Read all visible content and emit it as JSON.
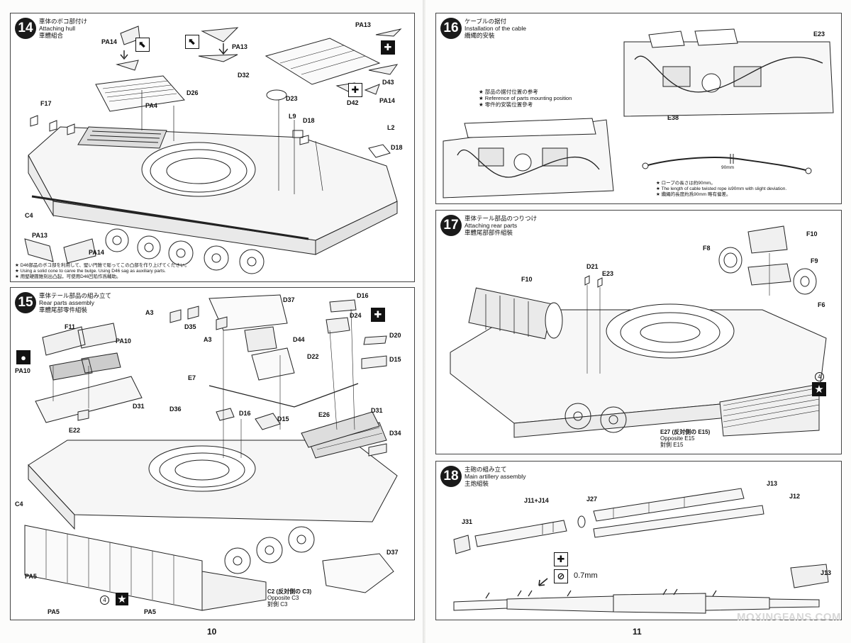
{
  "pages": {
    "left_page_number": "10",
    "right_page_number": "11"
  },
  "step14": {
    "number": "14",
    "title_ja": "車体のボコ部付け",
    "title_en": "Attaching hull",
    "title_zh": "車體組合",
    "parts": [
      "PA14",
      "PA13",
      "D26",
      "PA4",
      "D32",
      "D23",
      "L9",
      "D18",
      "F17",
      "L2",
      "D18",
      "D43",
      "D42",
      "PA14",
      "PA13",
      "C4",
      "PA13",
      "PA14"
    ],
    "notes": [
      "★ D46部品のボコ部を利用して、堅い円錐で彫ってこの凸部を作り上げてください。",
      "★ Using a solid cone to carve the bulge. Using D46 sag as auxiliary parts.",
      "★ 用堅硬圓錐刻出凸起，可使用D46凹陷作爲輔助。"
    ]
  },
  "step15": {
    "number": "15",
    "title_ja": "車体テール部品の組み立て",
    "title_en": "Rear parts assembly",
    "title_zh": "車體尾部零件組裝",
    "parts": [
      "D37",
      "D16",
      "A3",
      "D35",
      "D24",
      "A3",
      "D44",
      "D20",
      "F11",
      "PA10",
      "D22",
      "D15",
      "PA10",
      "D31",
      "E22",
      "E7",
      "D36",
      "D16",
      "E26",
      "D31",
      "D15",
      "D34",
      "C4",
      "D37",
      "PA5",
      "PA5",
      "PA5"
    ],
    "c2_label": "C2 (反対側の C3)",
    "opposite": "Opposite C3",
    "opposite_zh": "對側 C3",
    "circle_num": "4"
  },
  "step16": {
    "number": "16",
    "title_ja": "ケーブルの据付",
    "title_en": "Installation of the cable",
    "title_zh": "纜繩的安裝",
    "ref_ja": "★ 部品の据付位置の参考",
    "ref_en": "★ Reference of parts mounting position",
    "ref_zh": "★ 零件的安裝位置參考",
    "parts": [
      "E23",
      "E38"
    ],
    "rope_len": "90mm",
    "rope_notes": [
      "★ ロープの長さは約90mm。",
      "★ The length of cable twisted rope is90mm with slight deviation.",
      "★ 纜繩的長度約爲90mm 略有偏差。"
    ]
  },
  "step17": {
    "number": "17",
    "title_ja": "車体テール部品のつりつけ",
    "title_en": "Attaching rear parts",
    "title_zh": "車體尾部部件組裝",
    "parts": [
      "F10",
      "F8",
      "F9",
      "F6",
      "D21",
      "E23",
      "F10"
    ],
    "e27_label": "E27 (反対側の E15)",
    "opposite": "Opposite E15",
    "opposite_zh": "對側 E15",
    "circle_num": "4"
  },
  "step18": {
    "number": "18",
    "title_ja": "主砲の組み立て",
    "title_en": "Main artillery assembly",
    "title_zh": "主炮組裝",
    "parts": [
      "J11+J14",
      "J27",
      "J13",
      "J12",
      "J31",
      "J13"
    ],
    "drill_size": "0.7mm"
  },
  "watermark": "MOXINGFANS.COM"
}
